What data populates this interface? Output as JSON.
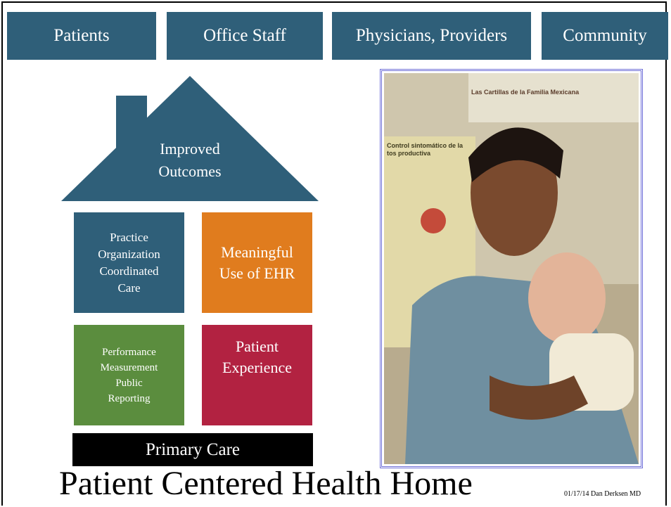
{
  "stakeholders": [
    "Patients",
    "Office Staff",
    "Physicians, Providers",
    "Community"
  ],
  "roof": {
    "lines": [
      "Improved",
      "Outcomes"
    ]
  },
  "blocks": {
    "practice": {
      "lines": [
        "Practice",
        "Organization",
        "Coordinated",
        "Care"
      ],
      "color": "#2f5f79"
    },
    "ehr": {
      "lines": [
        "Meaningful",
        "Use of EHR"
      ],
      "color": "#e07c1e"
    },
    "performance": {
      "lines": [
        "Performance",
        "Measurement",
        "Public",
        "Reporting"
      ],
      "color": "#5b8d3e"
    },
    "experience": {
      "lines": [
        "Patient",
        "Experience"
      ],
      "color": "#b22241"
    }
  },
  "foundation": {
    "label": "Primary Care"
  },
  "photo": {
    "icon": "photo-placeholder",
    "poster": {
      "header": "Las Cartillas de la Familia Mexicana",
      "title": [
        "Control sintomático de la",
        "tos productiva"
      ]
    }
  },
  "title": "Patient Centered Health Home",
  "credit": "01/17/14 Dan Derksen MD",
  "colors": {
    "teal": "#2f5f79",
    "orange": "#e07c1e",
    "green": "#5b8d3e",
    "crimson": "#b22241",
    "black": "#000000"
  }
}
